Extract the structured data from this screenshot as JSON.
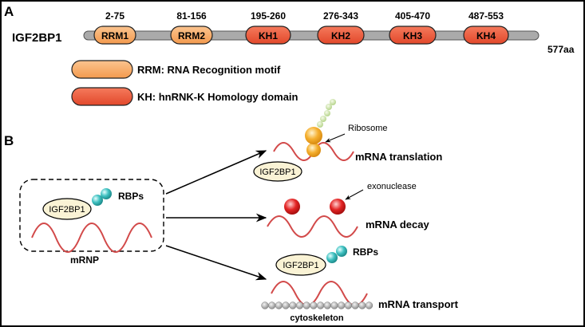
{
  "panel_a": {
    "label": "A",
    "protein_name": "IGF2BP1",
    "length_label": "577aa",
    "domains": [
      {
        "name": "RRM1",
        "range": "2-75",
        "type": "rrm"
      },
      {
        "name": "RRM2",
        "range": "81-156",
        "type": "rrm"
      },
      {
        "name": "KH1",
        "range": "195-260",
        "type": "kh"
      },
      {
        "name": "KH2",
        "range": "276-343",
        "type": "kh"
      },
      {
        "name": "KH3",
        "range": "405-470",
        "type": "kh"
      },
      {
        "name": "KH4",
        "range": "487-553",
        "type": "kh"
      }
    ],
    "legend": [
      {
        "text": "RRM: RNA Recognition motif",
        "type": "rrm"
      },
      {
        "text": "KH: hnRNK-K Homology domain",
        "type": "kh"
      }
    ]
  },
  "panel_b": {
    "label": "B",
    "mrnp": {
      "protein": "IGF2BP1",
      "partner": "RBPs",
      "caption": "mRNP"
    },
    "outcomes": {
      "translation": {
        "label": "mRNA translation",
        "annotation": "Ribosome",
        "protein": "IGF2BP1"
      },
      "decay": {
        "label": "mRNA decay",
        "annotation": "exonuclease"
      },
      "transport": {
        "label": "mRNA transport",
        "protein": "IGF2BP1",
        "partner": "RBPs",
        "track": "cytoskeleton"
      }
    }
  },
  "colors": {
    "rrm": "#F7A762",
    "kh": "#EE5638",
    "backbone": "#AAAAAA",
    "protein_fill": "#FAF3D5",
    "rbp": "#3FC1C1",
    "ribosome": "#F5AF2E",
    "exonuclease": "#E32424",
    "rna": "#D24A4A",
    "cytoskeleton": "#B5B5B5",
    "border": "#000000"
  }
}
